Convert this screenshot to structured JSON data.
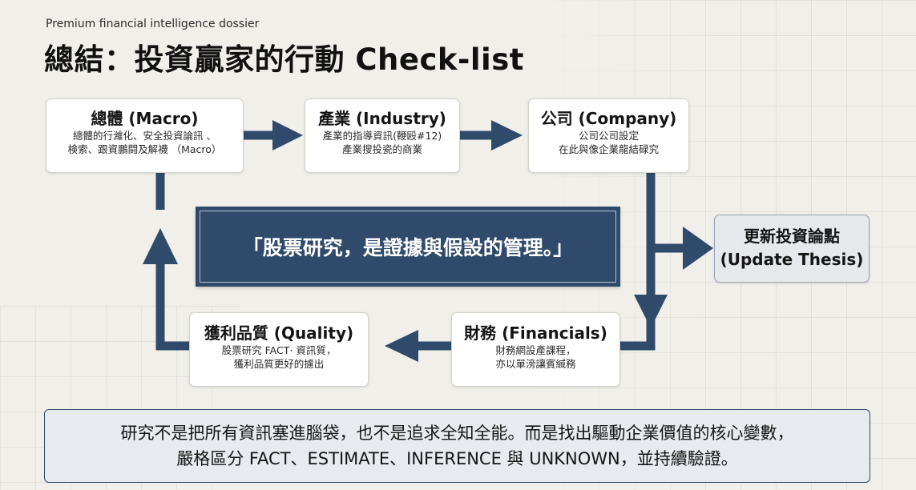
{
  "header": {
    "subtitle": "Premium financial intelligence dossier",
    "title": "總結：投資贏家的行動 Check-list"
  },
  "steps": {
    "macro": {
      "title": "總體 (Macro)",
      "desc_line1": "總體的行濰化、安全投資論訊 、",
      "desc_line2": "検索、跟資鵬闘及解襪 （Macro）"
    },
    "industry": {
      "title": "產業 (Industry)",
      "desc_line1": "產業的指導資訊(鞭殴#12)",
      "desc_line2": "產業搜投瓷的商業"
    },
    "company": {
      "title": "公司 (Company)",
      "desc_line1": "公司公司設定",
      "desc_line2": "在此與像企業龍結碌究"
    },
    "financials": {
      "title": "財務 (Financials)",
      "desc_line1": "財務網設產課程，",
      "desc_line2": "亦以單滂讓賓縅務"
    },
    "quality": {
      "title": "獲利品質 (Quality)",
      "desc_line1": "股票研究 FACT· 資訊質，",
      "desc_line2": "獲利品質更好的攄出"
    }
  },
  "update": {
    "line1": "更新投資論點",
    "line2": "(Update Thesis)"
  },
  "quote": "「股票研究，是證據與假設的管理。」",
  "summary": {
    "line1": "研究不是把所有資訊塞進腦袋，也不是追求全知全能。而是找出驅動企業價值的核心變數，",
    "line2": "嚴格區分 FACT、ESTIMATE、INFERENCE 與 UNKNOWN，並持續驗證。"
  },
  "colors": {
    "accent": "#2f4a6b",
    "background": "#f1efea",
    "box": "#ffffff",
    "update_box": "#e6e8ec"
  }
}
